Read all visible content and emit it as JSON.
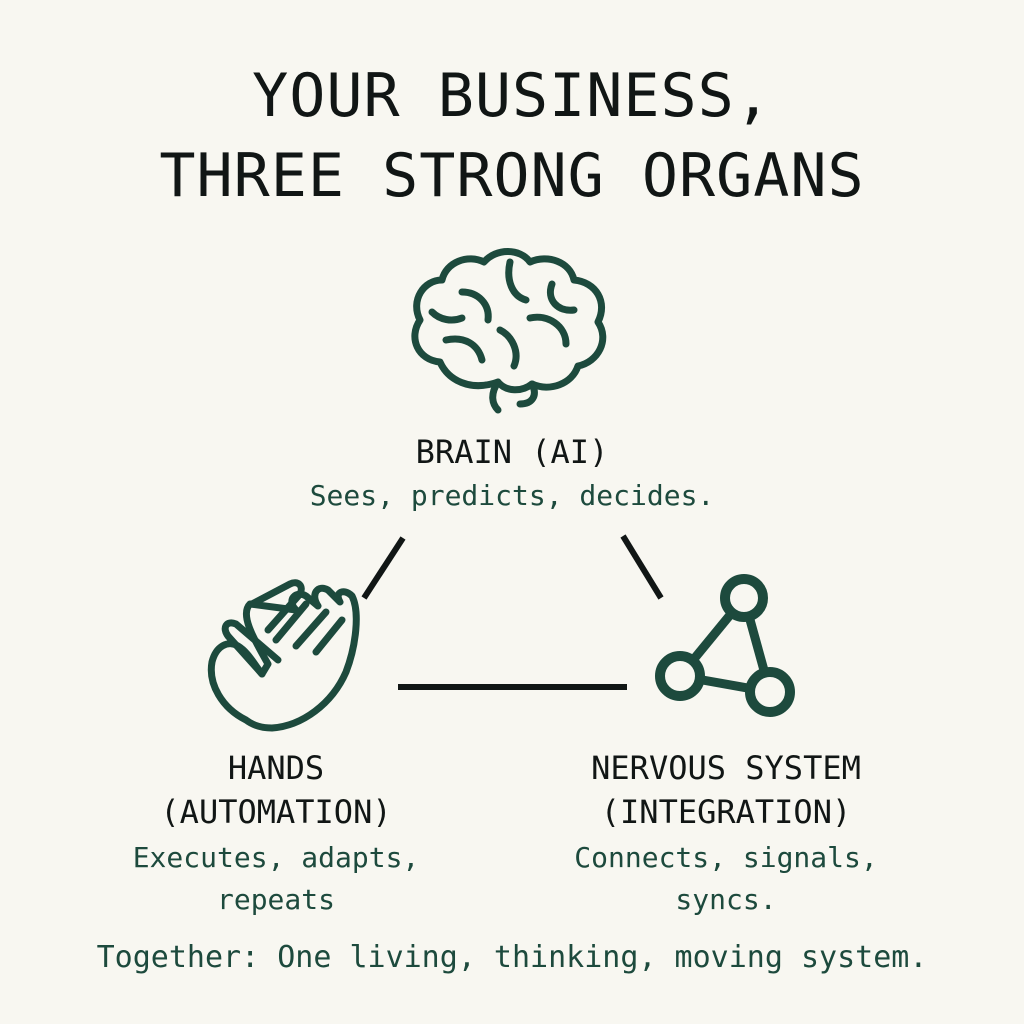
{
  "title": {
    "line1": "YOUR BUSINESS,",
    "line2": "THREE STRONG ORGANS"
  },
  "nodes": {
    "brain": {
      "icon": "brain-icon",
      "label": "BRAIN (AI)",
      "description": "Sees, predicts, decides."
    },
    "hands": {
      "icon": "hand-icon",
      "label_line1": "HANDS",
      "label_line2": "(AUTOMATION)",
      "description_line1": "Executes, adapts,",
      "description_line2": "repeats"
    },
    "nervous_system": {
      "icon": "network-icon",
      "label_line1": "NERVOUS SYSTEM",
      "label_line2": "(INTEGRATION)",
      "description_line1": "Connects, signals,",
      "description_line2": "syncs."
    }
  },
  "footer": "Together: One living, thinking, moving system.",
  "colors": {
    "background": "#f8f7f1",
    "text": "#111615",
    "accent": "#1d4a3d",
    "connector": "#111615"
  }
}
